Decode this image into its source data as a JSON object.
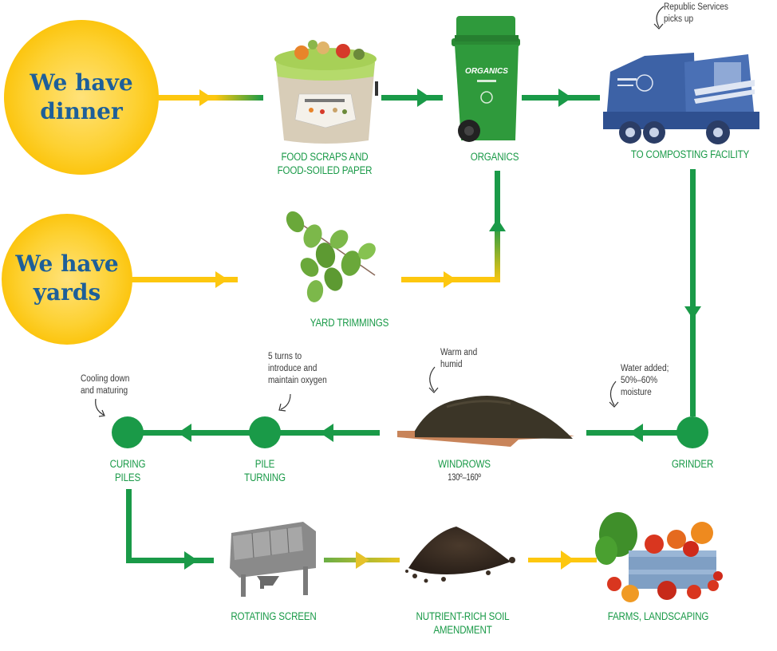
{
  "colors": {
    "green": "#1a9a48",
    "yellow": "#fdc70f",
    "title_blue": "#1d5f99",
    "note_text": "#3a3a3a",
    "truck_blue": "#3d62a6",
    "bin_green": "#2f8f3a"
  },
  "sources": [
    {
      "id": "dinner",
      "title_line1": "We have",
      "title_line2": "dinner"
    },
    {
      "id": "yards",
      "title_line1": "We have",
      "title_line2": "yards"
    }
  ],
  "stages": {
    "food_scraps": {
      "line1": "FOOD SCRAPS AND",
      "line2": "FOOD-SOILED PAPER",
      "icon": "kitchen-caddy-icon"
    },
    "organics": {
      "line1": "ORGANICS",
      "icon": "organics-cart-icon",
      "bin_text": "ORGANICS"
    },
    "composting": {
      "line1": "TO COMPOSTING FACILITY",
      "icon": "garbage-truck-icon"
    },
    "yard_trimmings": {
      "line1": "YARD TRIMMINGS",
      "icon": "leaf-branch-icon"
    },
    "grinder": {
      "line1": "GRINDER"
    },
    "windrows": {
      "line1": "WINDROWS",
      "temp": "130º–160º",
      "icon": "compost-pile-icon"
    },
    "pile_turning": {
      "line1": "PILE",
      "line2": "TURNING"
    },
    "curing_piles": {
      "line1": "CURING",
      "line2": "PILES"
    },
    "rotating_screen": {
      "line1": "ROTATING SCREEN",
      "icon": "trommel-screen-icon"
    },
    "soil_amendment": {
      "line1": "NUTRIENT-RICH SOIL",
      "line2": "AMENDMENT",
      "icon": "soil-pile-icon"
    },
    "farms": {
      "line1": "FARMS, LANDSCAPING",
      "icon": "vegetable-crate-icon"
    }
  },
  "notes": {
    "republic": {
      "line1": "Republic Services",
      "line2": "picks up"
    },
    "water": {
      "line1": "Water added;",
      "line2": "50%–60%",
      "line3": "moisture"
    },
    "warm": {
      "line1": "Warm and",
      "line2": "humid"
    },
    "turns": {
      "line1": "5 turns to",
      "line2": "introduce and",
      "line3": "maintain oxygen"
    },
    "cooling": {
      "line1": "Cooling down",
      "line2": "and maturing"
    }
  }
}
